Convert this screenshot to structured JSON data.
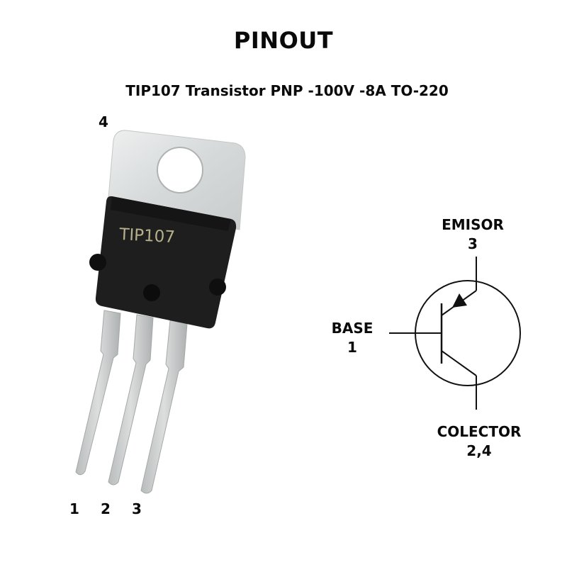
{
  "header": {
    "title": "PINOUT",
    "subtitle": "TIP107 Transistor PNP -100V -8A TO-220"
  },
  "package": {
    "type": "TO-220",
    "marking": "TIP107",
    "tab_pin_label": "4",
    "lead_labels": [
      "1",
      "2",
      "3"
    ],
    "colors": {
      "body": "#1c1c1c",
      "metal": "#d9dcdc",
      "marking": "#b5b08a"
    }
  },
  "schematic": {
    "type": "PNP transistor symbol",
    "emitter": {
      "name": "EMISOR",
      "pin": "3"
    },
    "base": {
      "name": "BASE",
      "pin": "1"
    },
    "collector": {
      "name": "COLECTOR",
      "pin": "2,4"
    },
    "line_color": "#111111"
  }
}
